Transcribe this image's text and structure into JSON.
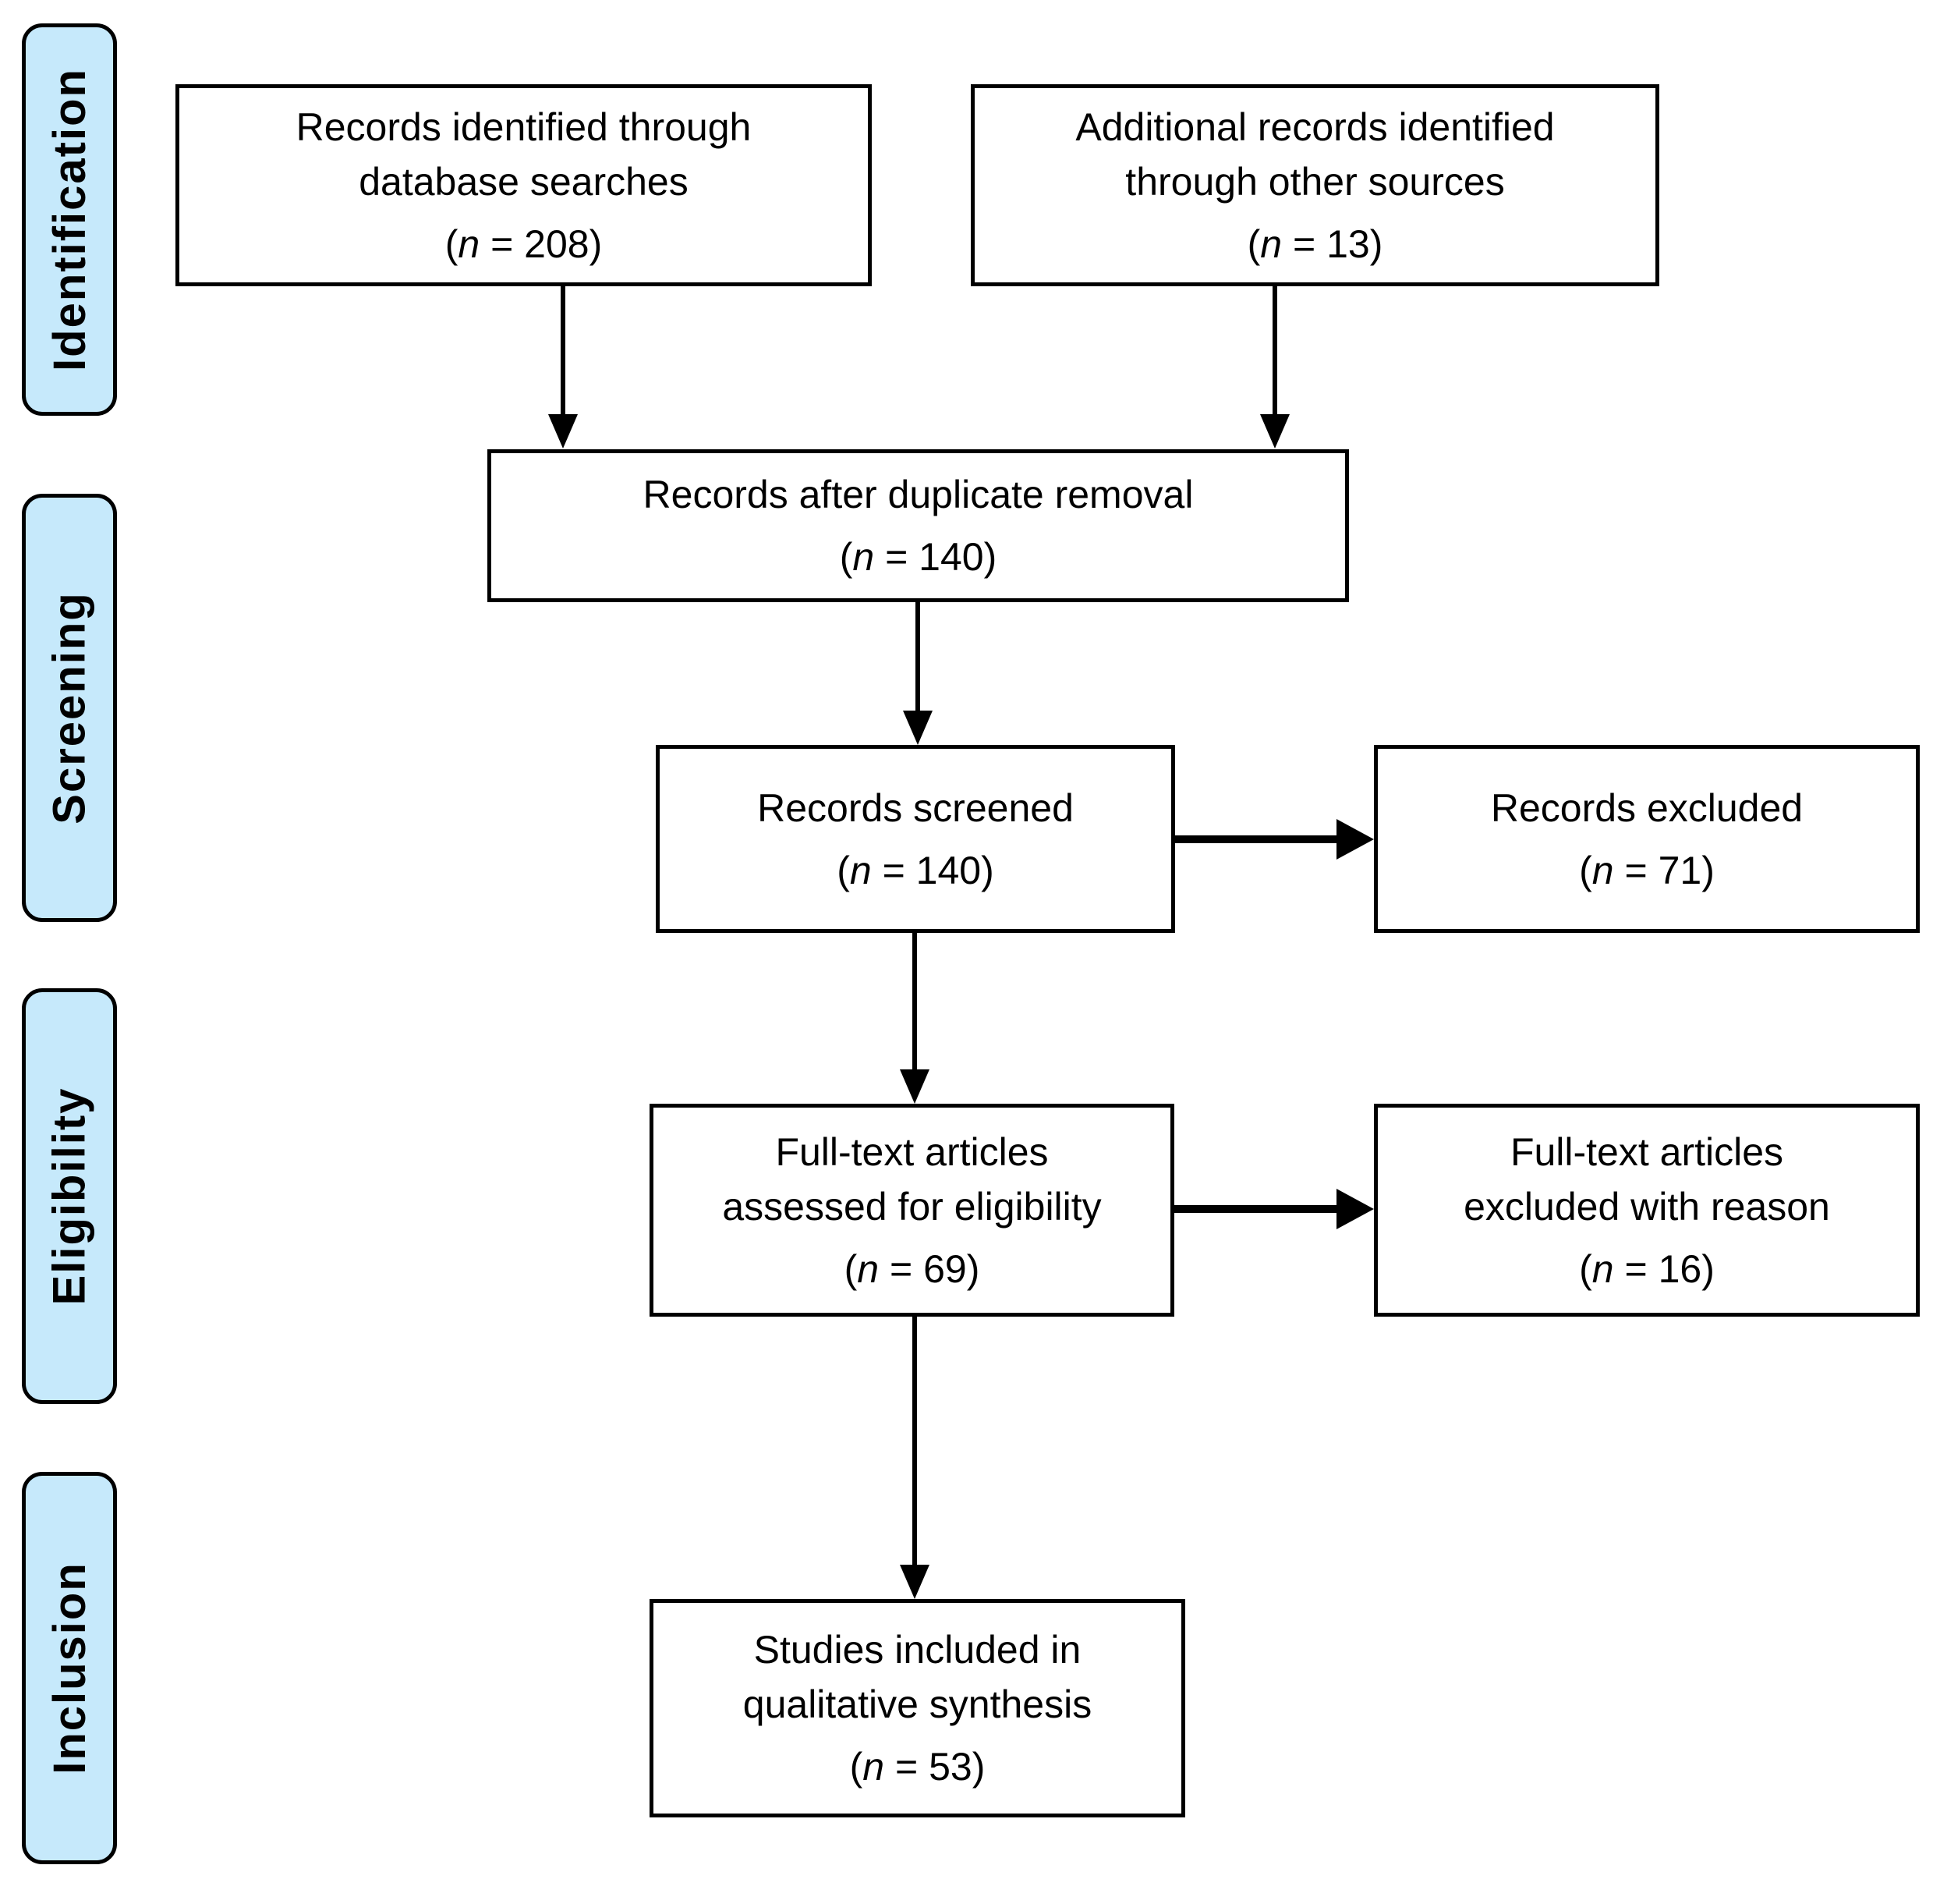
{
  "diagram": {
    "background_color": "#ffffff",
    "box_fill": "#ffffff",
    "box_border_color": "#000000",
    "stage_fill": "#c6e9fb",
    "text_color": "#000000",
    "stages": [
      {
        "id": "identification",
        "label": "Identification"
      },
      {
        "id": "screening",
        "label": "Screening"
      },
      {
        "id": "eligibility",
        "label": "Eligibility"
      },
      {
        "id": "inclusion",
        "label": "Inclusion"
      }
    ],
    "nodes": [
      {
        "id": "records-identified",
        "lines": [
          "Records identified through",
          "database searches"
        ],
        "count": {
          "open": "(",
          "var": "n",
          "eq": " = ",
          "value": "208",
          "close": ")"
        }
      },
      {
        "id": "additional-records",
        "lines": [
          "Additional records identified",
          "through other sources"
        ],
        "count": {
          "open": "(",
          "var": "n",
          "eq": " = ",
          "value": "13",
          "close": ")"
        }
      },
      {
        "id": "records-after-duplicate-removal",
        "lines": [
          "Records after duplicate removal"
        ],
        "count": {
          "open": "(",
          "var": "n",
          "eq": " = ",
          "value": "140",
          "close": ")"
        }
      },
      {
        "id": "records-screened",
        "lines": [
          "Records screened"
        ],
        "count": {
          "open": "(",
          "var": "n",
          "eq": " = ",
          "value": "140",
          "close": ")"
        }
      },
      {
        "id": "records-excluded",
        "lines": [
          "Records excluded"
        ],
        "count": {
          "open": "(",
          "var": "n",
          "eq": " = ",
          "value": "71",
          "close": ")"
        }
      },
      {
        "id": "fulltext-assessed",
        "lines": [
          "Full-text articles",
          "assessed for eligibility"
        ],
        "count": {
          "open": "(",
          "var": "n",
          "eq": " = ",
          "value": "69",
          "close": ")"
        }
      },
      {
        "id": "fulltext-excluded",
        "lines": [
          "Full-text articles",
          "excluded with reason"
        ],
        "count": {
          "open": "(",
          "var": "n",
          "eq": " = ",
          "value": "16",
          "close": ")"
        }
      },
      {
        "id": "studies-included",
        "lines": [
          "Studies included in",
          "qualitative synthesis"
        ],
        "count": {
          "open": "(",
          "var": "n",
          "eq": " = ",
          "value": "53",
          "close": ")"
        }
      }
    ],
    "edges": [
      {
        "from": "records-identified",
        "to": "records-after-duplicate-removal"
      },
      {
        "from": "additional-records",
        "to": "records-after-duplicate-removal"
      },
      {
        "from": "records-after-duplicate-removal",
        "to": "records-screened"
      },
      {
        "from": "records-screened",
        "to": "records-excluded"
      },
      {
        "from": "records-screened",
        "to": "fulltext-assessed"
      },
      {
        "from": "fulltext-assessed",
        "to": "fulltext-excluded"
      },
      {
        "from": "fulltext-assessed",
        "to": "studies-included"
      }
    ]
  }
}
